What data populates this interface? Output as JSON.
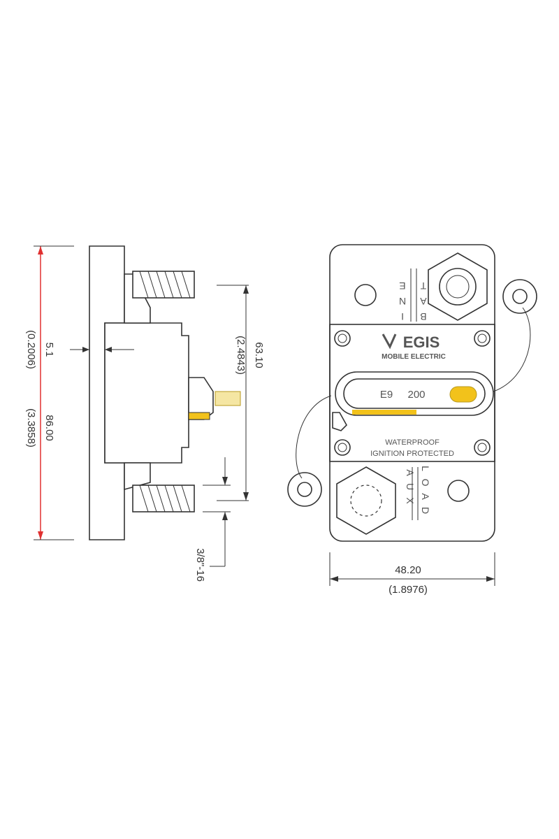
{
  "side_view": {
    "total_height_mm": "86.00",
    "total_height_in": "(3.3858)",
    "flange_mm": "5.1",
    "flange_in": "(0.2006)",
    "stud_span_mm": "63.10",
    "stud_span_in": "(2.4843)",
    "thread": "3/8\"-16"
  },
  "front_view": {
    "brand": "EGIS",
    "subtitle": "MOBILE ELECTRIC",
    "model": "E9",
    "rating": "200",
    "line1": "WATERPROOF",
    "line2": "IGNITION  PROTECTED",
    "top_left_letters": [
      "I",
      "N",
      "E"
    ],
    "top_right_letters": [
      "B",
      "A",
      "T"
    ],
    "bottom_left_letters": [
      "A",
      "U",
      "X"
    ],
    "bottom_right_letters": [
      "L",
      "O",
      "A",
      "D"
    ],
    "width_mm": "48.20",
    "width_in": "(1.8976)"
  },
  "colors": {
    "accent_yellow": "#f2c21b",
    "dimension_red": "#e03030",
    "line": "#333333"
  }
}
